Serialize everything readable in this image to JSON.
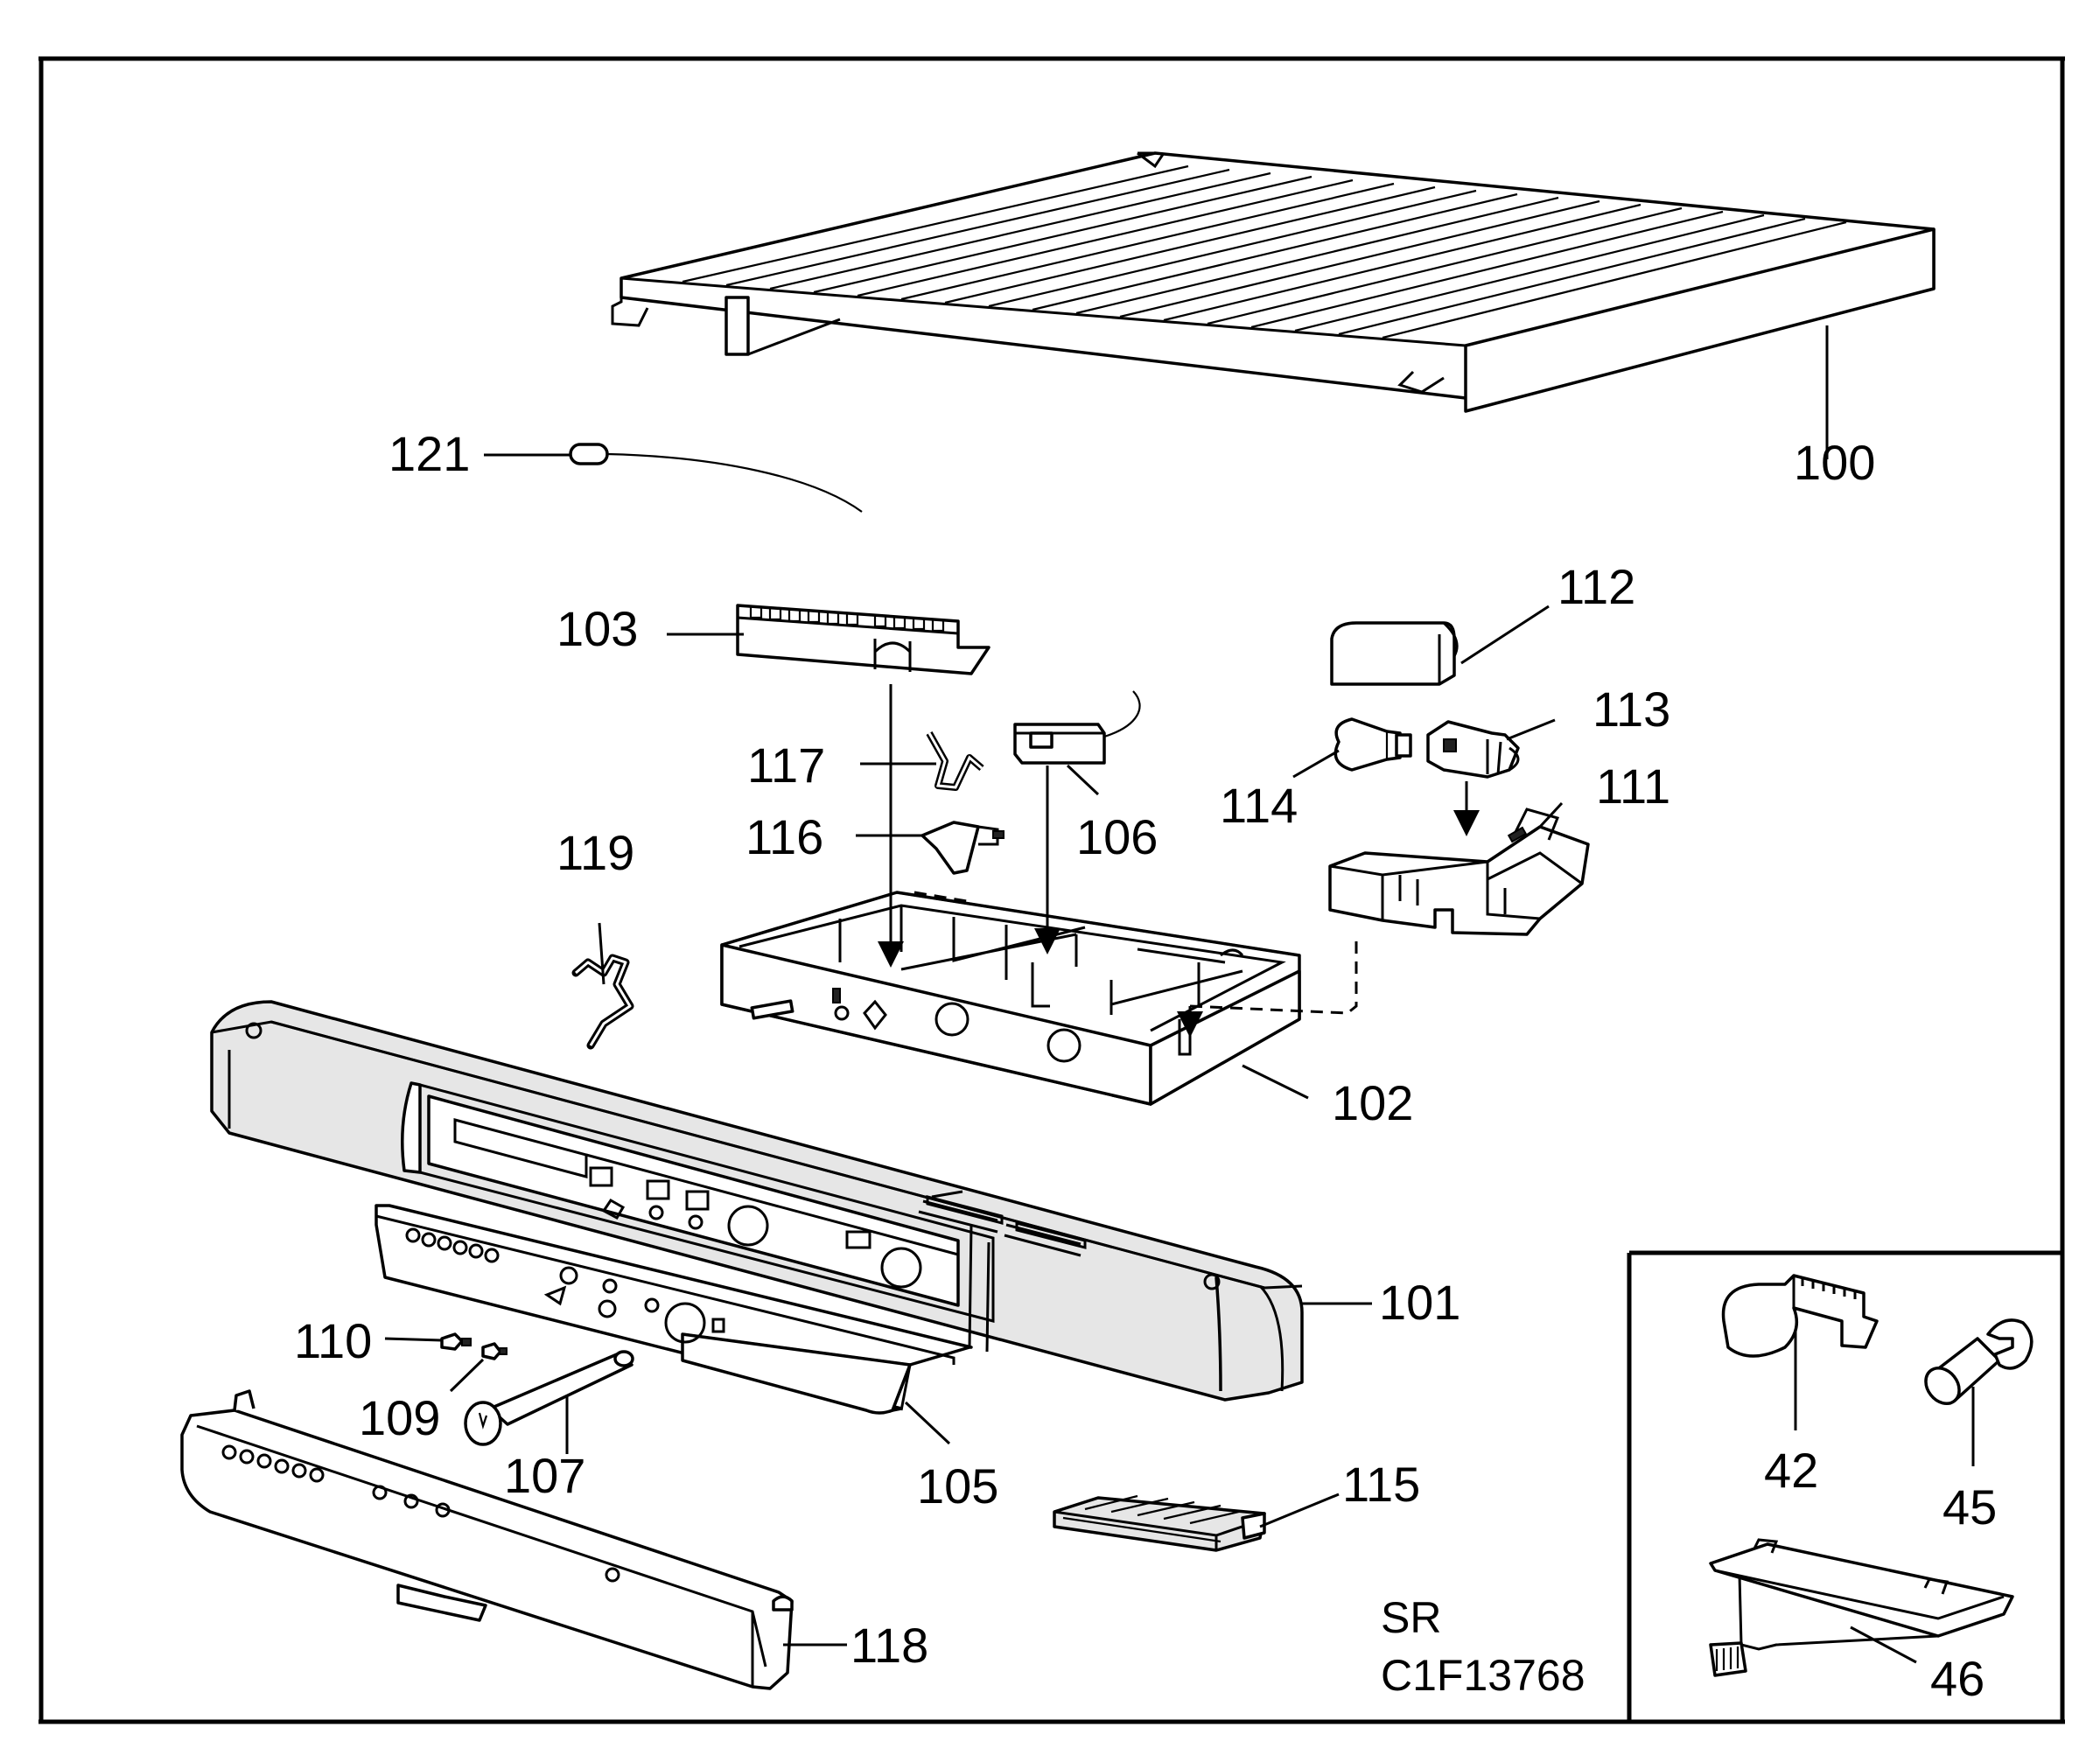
{
  "diagram": {
    "part_numbers": {
      "p100": "100",
      "p101": "101",
      "p102": "102",
      "p103": "103",
      "p105": "105",
      "p106": "106",
      "p107": "107",
      "p109": "109",
      "p110": "110",
      "p111": "111",
      "p112": "112",
      "p113": "113",
      "p114": "114",
      "p115": "115",
      "p116": "116",
      "p117": "117",
      "p118": "118",
      "p119": "119",
      "p121": "121"
    },
    "inset_part_numbers": {
      "p42": "42",
      "p45": "45",
      "p46": "46"
    },
    "drawing_code": {
      "line1": "SR",
      "line2": "C1F13768"
    }
  }
}
